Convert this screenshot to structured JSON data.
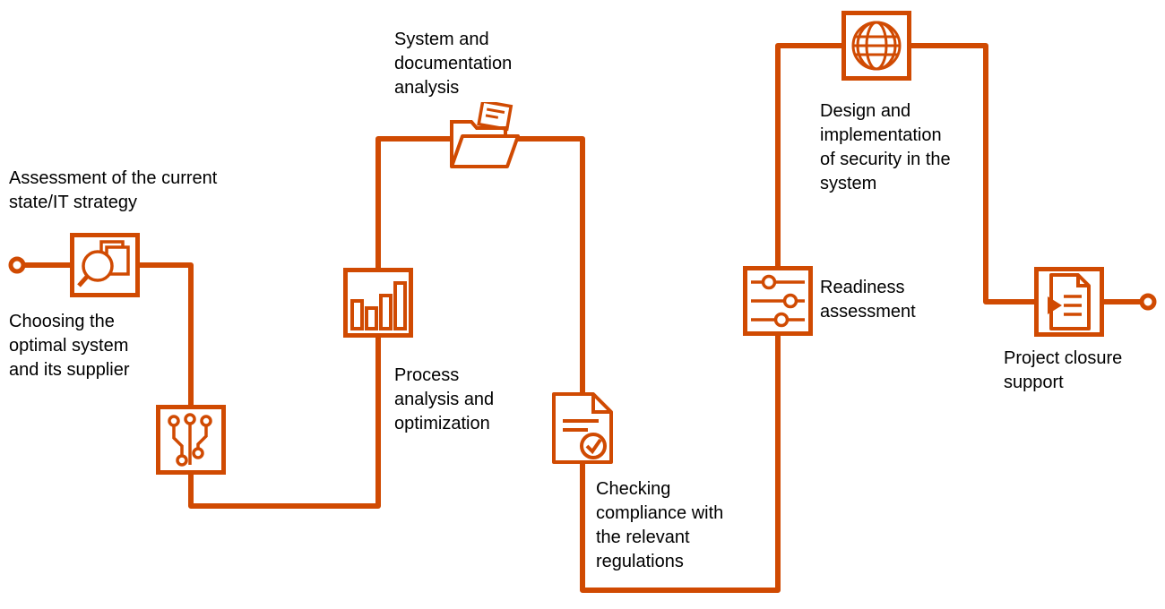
{
  "diagram": {
    "accent_color": "#D04A02",
    "background_color": "#FFFFFF",
    "text_color": "#000000",
    "start_node": "start-circle",
    "end_node": "end-circle",
    "steps": [
      {
        "id": "assessment",
        "label": "Assessment of the current state/IT strategy",
        "lines": [
          "Assessment of the current",
          "state/IT strategy"
        ],
        "icon": "magnifier-documents-icon"
      },
      {
        "id": "choosing",
        "label": "Choosing the optimal system and its supplier",
        "lines": [
          "Choosing the",
          "optimal system",
          "and its supplier"
        ],
        "icon": "circuit-icon"
      },
      {
        "id": "process",
        "label": "Process analysis and optimization",
        "lines": [
          "Process",
          "analysis and",
          "optimization"
        ],
        "icon": "bar-chart-icon"
      },
      {
        "id": "system-analysis",
        "label": "System and documentation analysis",
        "lines": [
          "System and",
          "documentation",
          "analysis"
        ],
        "icon": "folder-document-icon"
      },
      {
        "id": "compliance",
        "label": "Checking compliance with the relevant regulations",
        "lines": [
          "Checking",
          "compliance with",
          "the relevant",
          "regulations"
        ],
        "icon": "document-check-icon"
      },
      {
        "id": "readiness",
        "label": "Readiness assessment",
        "lines": [
          "Readiness",
          "assessment"
        ],
        "icon": "sliders-icon"
      },
      {
        "id": "security",
        "label": "Design and implementation of security in the system",
        "lines": [
          "Design and",
          "implementation",
          "of security in the",
          "system"
        ],
        "icon": "globe-icon"
      },
      {
        "id": "closure",
        "label": "Project closure support",
        "lines": [
          "Project closure",
          "support"
        ],
        "icon": "document-arrow-icon"
      }
    ]
  }
}
